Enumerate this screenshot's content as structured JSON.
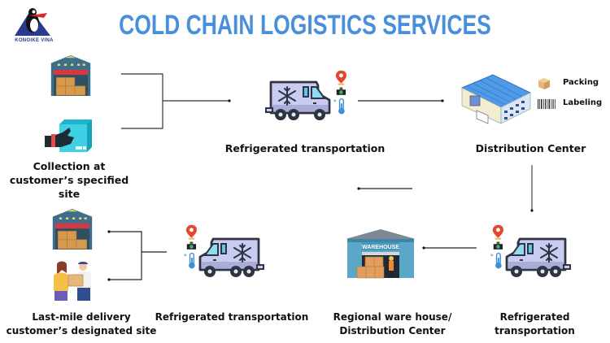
{
  "logo": {
    "brand_text": "KONOIKE VINA",
    "icon": "penguin-logo-icon"
  },
  "title": "COLD CHAIN LOGISTICS SERVICES",
  "colors": {
    "title": "#4a8fdc",
    "truck_body": "#c9ccf0",
    "truck_outline": "#2f3342",
    "pin": "#e24a2f",
    "thermometer": "#3d8fd6",
    "warehouse_roof": "#3e7fe0",
    "connector": "#222222"
  },
  "nodes": {
    "collection": {
      "label_line1": "Collection at",
      "label_line2": "customer’s specified site",
      "icons": [
        "warehouse-icon",
        "hand-package-icon"
      ]
    },
    "transport_1": {
      "label": "Refrigerated transportation",
      "icons": [
        "refrigerated-truck-icon",
        "location-pin-icon",
        "dashcam-icon",
        "thermometer-icon"
      ]
    },
    "distribution_center": {
      "label": "Distribution Center",
      "services": [
        {
          "icon": "box-icon",
          "label": "Packing"
        },
        {
          "icon": "barcode-icon",
          "label": "Labeling"
        }
      ]
    },
    "transport_2": {
      "label": "Refrigerated transportation",
      "icons": [
        "refrigerated-truck-icon",
        "location-pin-icon",
        "dashcam-icon",
        "thermometer-icon"
      ]
    },
    "regional_warehouse": {
      "label_line1": "Regional ware house/",
      "label_line2": "Distribution Center",
      "sign_text": "WAREHOUSE"
    },
    "transport_3": {
      "label": "Refrigerated transportation",
      "icons": [
        "refrigerated-truck-icon",
        "location-pin-icon",
        "dashcam-icon",
        "thermometer-icon"
      ]
    },
    "last_mile": {
      "label_line1": "Last-mile delivery",
      "label_line2": "customer’s designated site",
      "icons": [
        "warehouse-icon",
        "delivery-people-icon"
      ]
    }
  }
}
